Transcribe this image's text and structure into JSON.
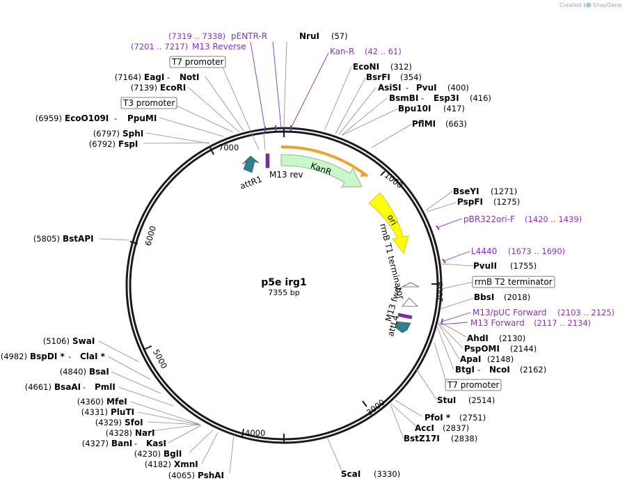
{
  "plasmid": {
    "name": "p5e irg1",
    "size_label": "7355 bp"
  },
  "credit": {
    "prefix": "Created by",
    "brand": "SnapGene"
  },
  "backbone_ticks": [
    "1000",
    "2000",
    "3000",
    "4000",
    "5000",
    "6000",
    "7000"
  ],
  "features": [
    {
      "name": "KanR",
      "color": "#c9f7c9",
      "type": "arrow"
    },
    {
      "name": "ori",
      "color": "#ffff00",
      "type": "arrow"
    },
    {
      "name": "attR1",
      "color": "#2f7f8c",
      "type": "arrow"
    },
    {
      "name": "M13 rev",
      "color": "#7b2fa0",
      "type": "primer"
    },
    {
      "name": "rrnB T1 terminator",
      "color": "#ffffff",
      "type": "terminator"
    },
    {
      "name": "M13 fwd",
      "color": "#7b2fa0",
      "type": "primer"
    },
    {
      "name": "attL4",
      "color": "#2f7f8c",
      "type": "arrow"
    }
  ],
  "site_labels": {
    "nrui": "NruI",
    "nrui_pos": "(57)",
    "econi": "EcoNI",
    "econi_pos": "(312)",
    "bsrfi": "BsrFI",
    "bsrfi_pos": "(354)",
    "asisi": "AsiSI",
    "pvui": "PvuI",
    "asisi_pos": "(400)",
    "bsmbi": "BsmBI",
    "esp3i": "Esp3I",
    "bsmbi_pos": "(416)",
    "bpu10i": "Bpu10I",
    "bpu10i_pos": "(417)",
    "pflmi": "PflMI",
    "pflmi_pos": "(663)",
    "bseyi": "BseYI",
    "bseyi_pos": "(1271)",
    "pspfi": "PspFI",
    "pspfi_pos": "(1275)",
    "pvuii": "PvuII",
    "pvuii_pos": "(1755)",
    "bbsi": "BbsI",
    "bbsi_pos": "(2018)",
    "ahdi": "AhdI",
    "ahdi_pos": "(2130)",
    "pspomi": "PspOMI",
    "pspomi_pos": "(2144)",
    "apai": "ApaI",
    "apai_pos": "(2148)",
    "btgi": "BtgI",
    "ncoi": "NcoI",
    "btgi_pos": "(2162)",
    "stui": "StuI",
    "stui_pos": "(2514)",
    "pfoi": "PfoI *",
    "pfoi_pos": "(2751)",
    "acci": "AccI",
    "acci_pos": "(2837)",
    "bstz17i": "BstZ17I",
    "bstz17i_pos": "(2838)",
    "scai": "ScaI",
    "scai_pos": "(3330)",
    "pshai": "PshAI",
    "pshai_pos": "(4065)",
    "xmni": "XmnI",
    "xmni_pos": "(4182)",
    "bgli": "BglI",
    "bgli_pos": "(4230)",
    "bani": "BanI",
    "kasi": "KasI",
    "bani_pos": "(4327)",
    "nari": "NarI",
    "nari_pos": "(4328)",
    "sfoi": "SfoI",
    "sfoi_pos": "(4329)",
    "pluti": "PluTI",
    "pluti_pos": "(4331)",
    "mfei": "MfeI",
    "mfei_pos": "(4360)",
    "bsaai": "BsaAI",
    "pmli": "PmlI",
    "bsaai_pos": "(4661)",
    "bsai": "BsaI",
    "bsai_pos": "(4840)",
    "bspdi": "BspDI *",
    "clai": "ClaI *",
    "bspdi_pos": "(4982)",
    "swai": "SwaI",
    "swai_pos": "(5106)",
    "bstapi": "BstAPI",
    "bstapi_pos": "(5805)",
    "fspi": "FspI",
    "fspi_pos": "(6792)",
    "sphi": "SphI",
    "sphi_pos": "(6797)",
    "ecoo109i": "EcoO109I",
    "ppumi": "PpuMI",
    "ecoo109i_pos": "(6959)",
    "ecori": "EcoRI",
    "ecori_pos": "(7139)",
    "eagi": "EagI",
    "noti": "NotI",
    "eagi_pos": "(7164)",
    "sep": " - "
  },
  "boxed_labels": {
    "t7_top": "T7 promoter",
    "t3": "T3 promoter",
    "rrnb_t2": "rrnB T2 terminator",
    "t7_bottom": "T7 promoter"
  },
  "primers": {
    "pentr_r": "pENTR-R",
    "pentr_r_pos": "(7319 .. 7338)",
    "m13_reverse": "M13 Reverse",
    "m13_reverse_pos": "(7201 .. 7217)",
    "kan_r": "Kan-R",
    "kan_r_pos": "(42 .. 61)",
    "pbr322ori_f": "pBR322ori-F",
    "pbr322ori_f_pos": "(1420 .. 1439)",
    "l4440": "L4440",
    "l4440_pos": "(1673 .. 1690)",
    "m13_puc_forward": "M13/pUC Forward",
    "m13_puc_forward_pos": "(2103 .. 2125)",
    "m13_forward": "M13 Forward",
    "m13_forward_pos": "(2117 .. 2134)"
  },
  "colors": {
    "backbone": "#1a1a1a",
    "primer": "#8b2fc9",
    "kanr": "#c9f7c9",
    "ori": "#ffff00",
    "att": "#2f7f8c"
  }
}
